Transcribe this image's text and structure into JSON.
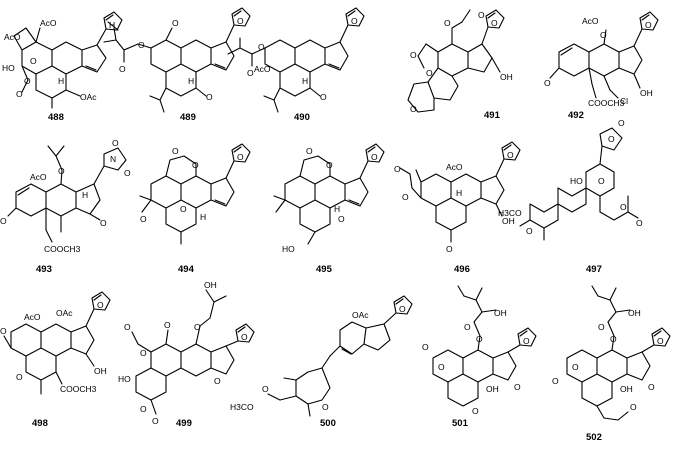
{
  "compounds": [
    {
      "id": "488",
      "labels": [
        "AcO",
        "HO",
        "O",
        "O",
        "AcO",
        "OAc",
        "O",
        "H",
        "H"
      ]
    },
    {
      "id": "489",
      "labels": [
        "O",
        "O",
        "O",
        "H",
        "O",
        "O"
      ]
    },
    {
      "id": "490",
      "labels": [
        "O",
        "O",
        "AcO",
        "H",
        "O",
        "O"
      ]
    },
    {
      "id": "491",
      "labels": [
        "O",
        "O",
        "O",
        "O",
        "O",
        "O",
        "OH"
      ]
    },
    {
      "id": "492",
      "labels": [
        "AcO",
        "O",
        "O",
        "Cl",
        "COOCH3",
        "OH",
        "O"
      ]
    },
    {
      "id": "493",
      "labels": [
        "O",
        "O",
        "AcO",
        "O",
        "O",
        "N",
        "H",
        "O",
        "COOCH3"
      ]
    },
    {
      "id": "494",
      "labels": [
        "O",
        "O",
        "O",
        "O",
        "O",
        "H",
        "O"
      ]
    },
    {
      "id": "495",
      "labels": [
        "O",
        "O",
        "HO",
        "O",
        "O",
        "H",
        "O"
      ]
    },
    {
      "id": "496",
      "labels": [
        "AcO",
        "O",
        "O",
        "O",
        "O",
        "OH",
        "H"
      ]
    },
    {
      "id": "497",
      "labels": [
        "O",
        "O",
        "HO",
        "O",
        "H3CO",
        "O",
        "O",
        "O"
      ]
    },
    {
      "id": "498",
      "labels": [
        "AcO",
        "OAc",
        "O",
        "O",
        "O",
        "COOCH3",
        "OH"
      ]
    },
    {
      "id": "499",
      "labels": [
        "O",
        "O",
        "O",
        "O",
        "O",
        "HO",
        "O",
        "O",
        "OH",
        "O"
      ]
    },
    {
      "id": "500",
      "labels": [
        "OAc",
        "O",
        "H3CO",
        "O",
        "O"
      ]
    },
    {
      "id": "501",
      "labels": [
        "OH",
        "O",
        "O",
        "O",
        "O",
        "O",
        "OH",
        "O",
        "O"
      ]
    },
    {
      "id": "502",
      "labels": [
        "OH",
        "O",
        "O",
        "O",
        "O",
        "O",
        "OH",
        "O",
        "O"
      ]
    }
  ]
}
